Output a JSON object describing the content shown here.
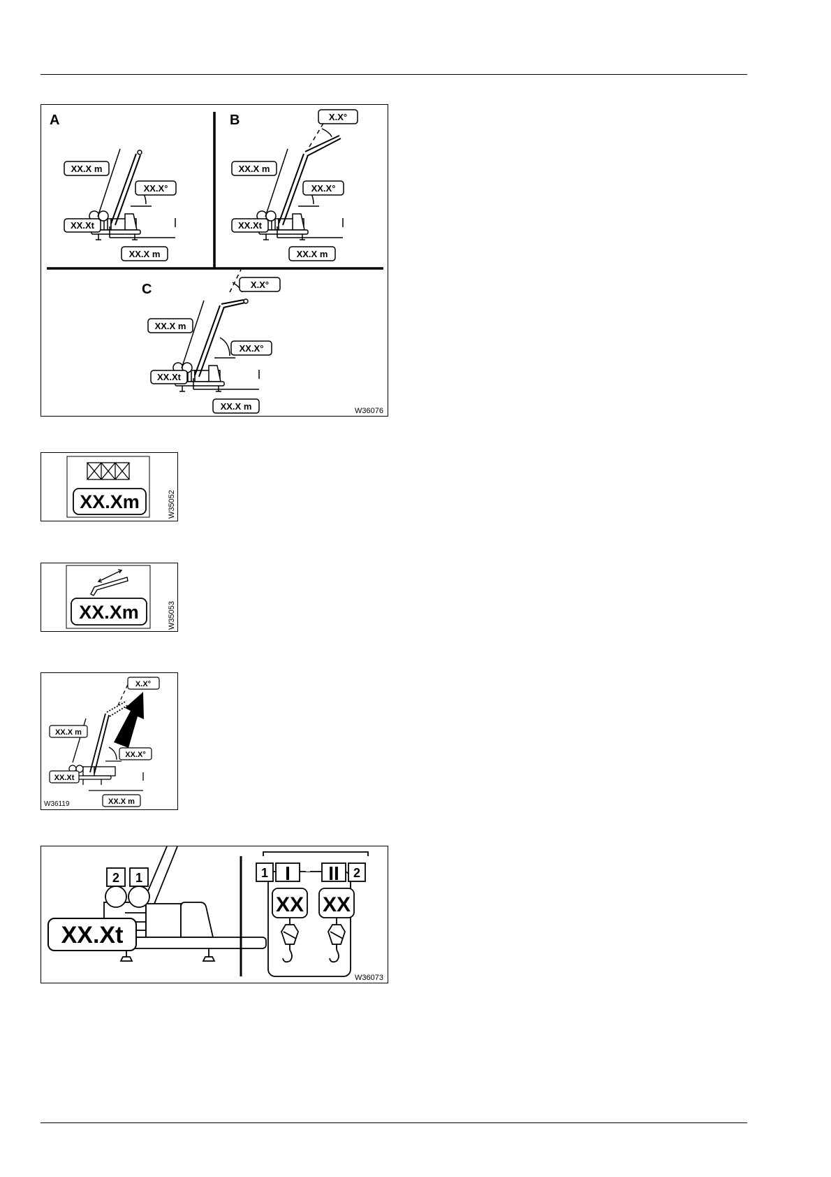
{
  "figures": {
    "main": {
      "panel_a": "A",
      "panel_b": "B",
      "panel_c": "C",
      "length": "XX.X m",
      "angle": "XX.X°",
      "jib_angle": "X.X°",
      "weight": "XX.Xt",
      "radius": "XX.X m",
      "code": "W36076"
    },
    "length_display": {
      "value": "XX.Xm",
      "code": "W35052"
    },
    "jib_length_display": {
      "value": "XX.Xm",
      "code": "W35053"
    },
    "jib_angle_figure": {
      "length": "XX.X m",
      "angle": "XX.X°",
      "jib_angle": "X.X°",
      "weight": "XX.Xt",
      "radius": "XX.X m",
      "code": "W36119"
    },
    "counterweight_hoist": {
      "weight": "XX.Xt",
      "cw_left": "2",
      "cw_right": "1",
      "hoist_1": "1",
      "hoist_2": "2",
      "hoist_1_roman": "I",
      "hoist_2_roman": "II",
      "hoist_1_value": "XX",
      "hoist_2_value": "XX",
      "code": "W36073"
    }
  }
}
